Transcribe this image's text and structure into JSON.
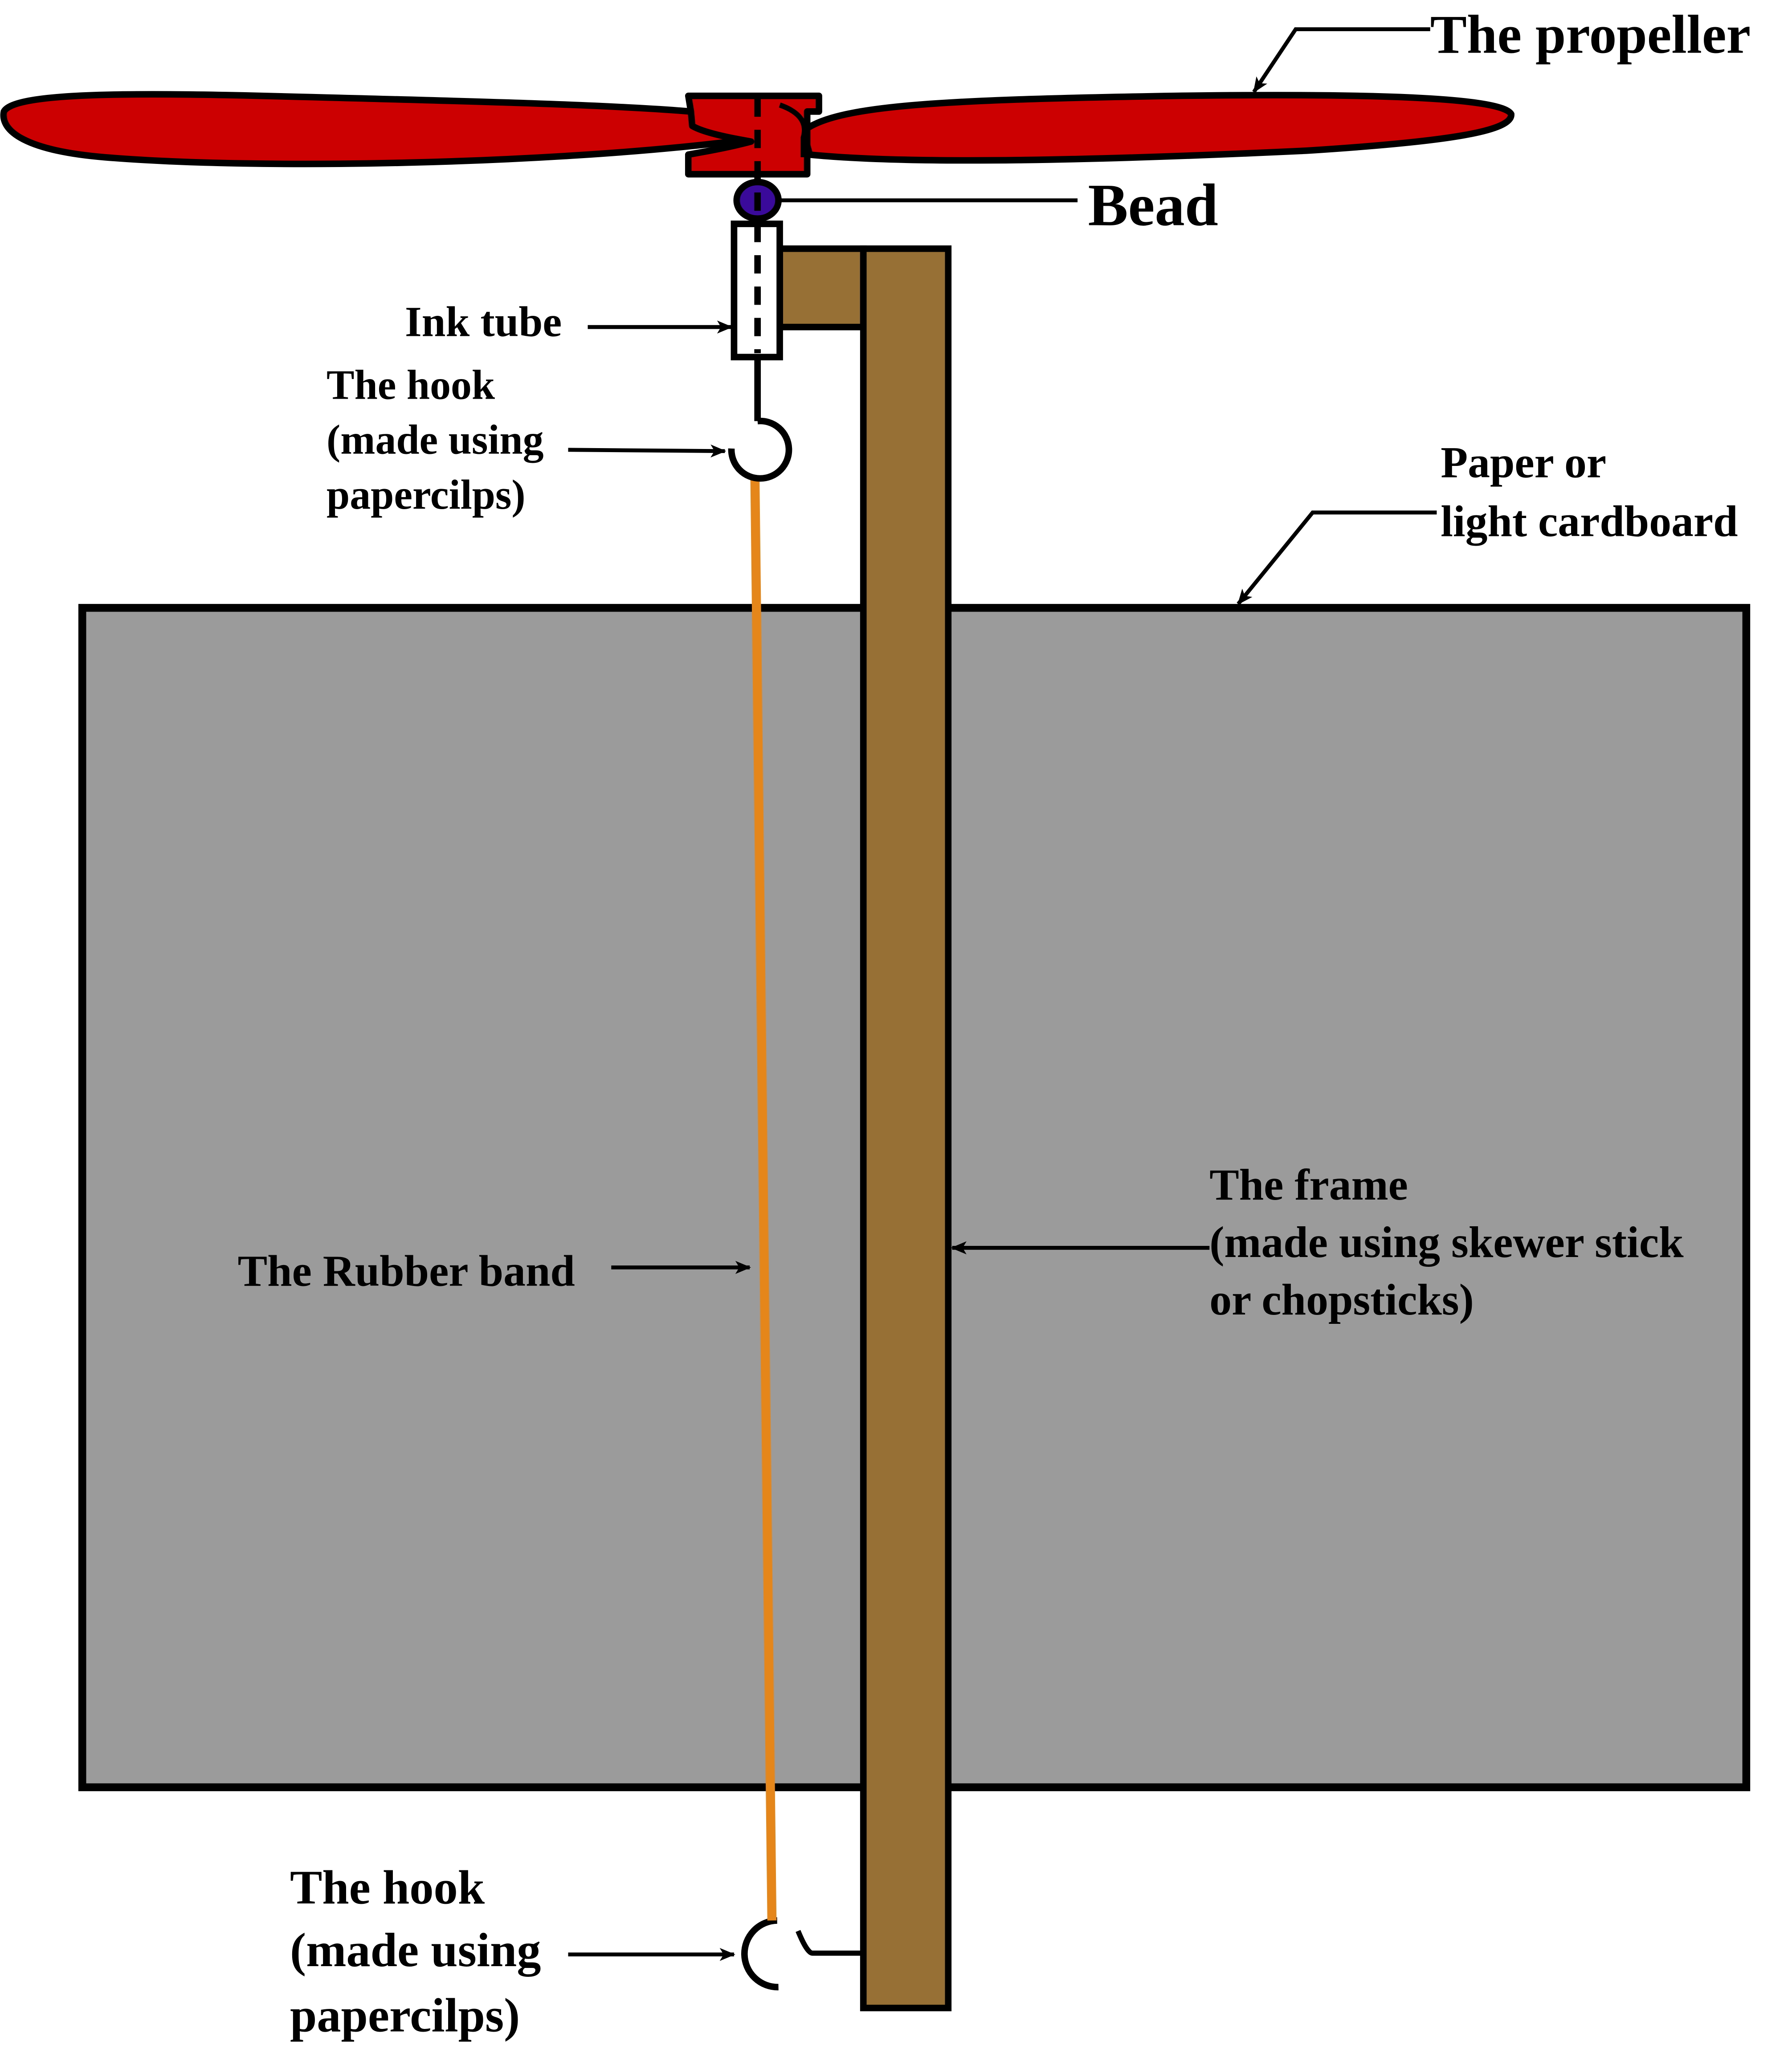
{
  "colors": {
    "propeller": "#cc0000",
    "bead": "#3a0a9a",
    "frame": "#967035",
    "paper": "#9b9b9b",
    "rubber_band": "#e5861a",
    "outline": "#000000"
  },
  "labels": {
    "propeller": "The propeller",
    "bead": "Bead",
    "ink_tube": "Ink tube",
    "top_hook": [
      "The hook",
      "(made using",
      "papercilps)"
    ],
    "paper": [
      "Paper or",
      "light cardboard"
    ],
    "frame": [
      "The frame",
      "(made using skewer stick",
      "or chopsticks)"
    ],
    "rubber_band": "The Rubber band",
    "bottom_hook": [
      "The hook",
      "(made using",
      "papercilps)"
    ]
  }
}
